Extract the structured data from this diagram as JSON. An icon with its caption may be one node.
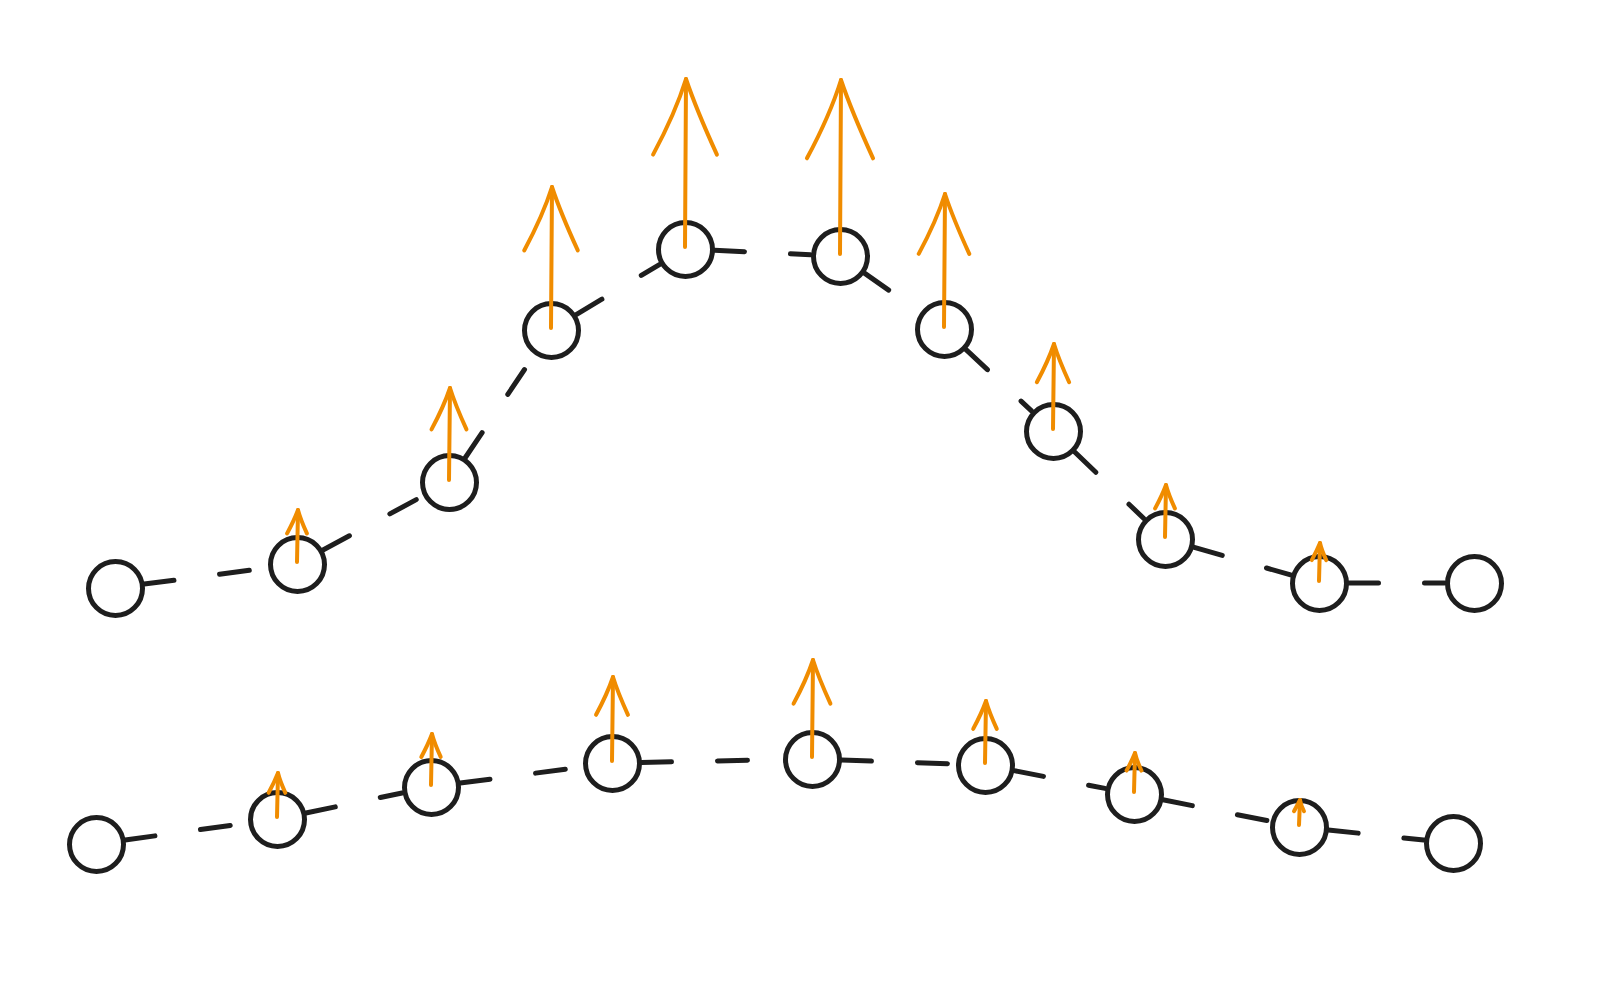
{
  "diagram": {
    "nodes": [
      {
        "text": [],
        "shape": "circle"
      },
      {
        "text": [],
        "shape": "circle"
      },
      {
        "text": [],
        "shape": "circle"
      },
      {
        "text": [],
        "shape": "circle"
      },
      {
        "text": [],
        "shape": "circle"
      },
      {
        "text": [],
        "shape": "circle"
      },
      {
        "text": [],
        "shape": "circle"
      },
      {
        "text": [],
        "shape": "circle"
      },
      {
        "text": [],
        "shape": "circle"
      },
      {
        "text": [],
        "shape": "circle"
      },
      {
        "text": [],
        "shape": "circle"
      },
      {
        "text": [],
        "shape": "circle"
      },
      {
        "text": [],
        "shape": "circle"
      },
      {
        "text": [],
        "shape": "circle"
      },
      {
        "text": [],
        "shape": "circle"
      },
      {
        "text": [],
        "shape": "circle"
      },
      {
        "text": [],
        "shape": "circle"
      },
      {
        "text": [],
        "shape": "circle"
      },
      {
        "text": [],
        "shape": "circle"
      },
      {
        "text": [],
        "shape": "circle"
      }
    ],
    "edges": [
      {
        "from": 0,
        "to": 1,
        "arrow": "none",
        "style": "dashed"
      },
      {
        "from": 1,
        "to": 2,
        "arrow": "none",
        "style": "dashed"
      },
      {
        "from": 2,
        "to": 3,
        "arrow": "none",
        "style": "dashed"
      },
      {
        "from": 3,
        "to": 4,
        "arrow": "none",
        "style": "dashed"
      },
      {
        "from": 4,
        "to": 5,
        "arrow": "none",
        "style": "dashed"
      },
      {
        "from": 5,
        "to": 6,
        "arrow": "none",
        "style": "dashed"
      },
      {
        "from": 6,
        "to": 7,
        "arrow": "none",
        "style": "dashed"
      },
      {
        "from": 7,
        "to": 8,
        "arrow": "none",
        "style": "dashed"
      },
      {
        "from": 8,
        "to": 9,
        "arrow": "none",
        "style": "dashed"
      },
      {
        "from": 9,
        "to": 10,
        "arrow": "none",
        "style": "dashed"
      },
      {
        "from": 11,
        "to": 12,
        "arrow": "none",
        "style": "dashed"
      },
      {
        "from": 12,
        "to": 13,
        "arrow": "none",
        "style": "dashed"
      },
      {
        "from": 13,
        "to": 14,
        "arrow": "none",
        "style": "dashed"
      },
      {
        "from": 14,
        "to": 15,
        "arrow": "none",
        "style": "dashed"
      },
      {
        "from": 15,
        "to": 16,
        "arrow": "none",
        "style": "dashed"
      },
      {
        "from": 16,
        "to": 17,
        "arrow": "none",
        "style": "dashed"
      },
      {
        "from": 17,
        "to": 18,
        "arrow": "none",
        "style": "dashed"
      },
      {
        "from": 18,
        "to": 19,
        "arrow": "none",
        "style": "dashed"
      }
    ]
  }
}
